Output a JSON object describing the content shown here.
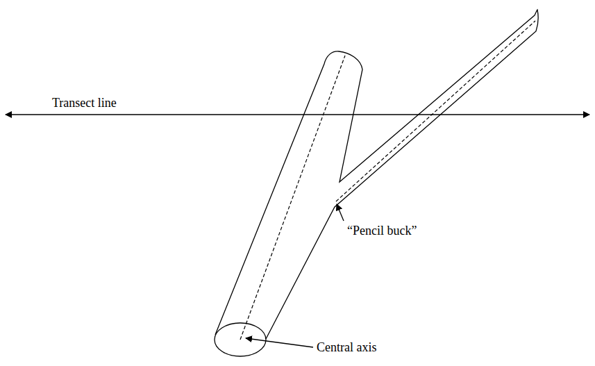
{
  "diagram": {
    "labels": [
      "Transect line",
      "“Pencil buck”",
      "Central axis"
    ]
  }
}
